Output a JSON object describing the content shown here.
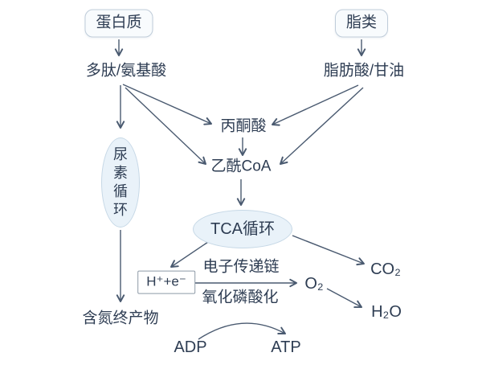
{
  "diagram": {
    "title_hint": "代谢途径示意图",
    "nodes": {
      "protein": {
        "label": "蛋白质"
      },
      "lipid": {
        "label": "脂类"
      },
      "amino": {
        "label": "多肽/氨基酸"
      },
      "fatty": {
        "label": "脂肪酸/甘油"
      },
      "pyruvate": {
        "label": "丙酮酸"
      },
      "acetyl_coa": {
        "label": "乙酰CoA"
      },
      "urea_cycle": {
        "label": "尿素循环"
      },
      "tca_cycle": {
        "label": "TCA循环"
      },
      "h_plus_e": {
        "label": "H⁺+e⁻"
      },
      "etc": {
        "label": "电子传递链"
      },
      "oxphos": {
        "label": "氧化磷酸化"
      },
      "o2": {
        "label": "O₂"
      },
      "co2": {
        "label": "CO₂"
      },
      "h2o": {
        "label": "H₂O"
      },
      "nitrogen_end": {
        "label": "含氮终产物"
      },
      "adp": {
        "label": "ADP"
      },
      "atp": {
        "label": "ATP"
      }
    },
    "edges": [
      "蛋白质→多肽/氨基酸",
      "脂类→脂肪酸/甘油",
      "多肽/氨基酸→尿素循环",
      "多肽/氨基酸→丙酮酸",
      "多肽/氨基酸→乙酰CoA",
      "脂肪酸/甘油→丙酮酸",
      "脂肪酸/甘油→乙酰CoA",
      "丙酮酸→乙酰CoA",
      "乙酰CoA→TCA循环",
      "尿素循环→含氮终产物",
      "TCA循环→H⁺+e⁻",
      "TCA循环→CO₂",
      "H⁺+e⁻→O₂",
      "O₂→H₂O",
      "ADP→ATP"
    ],
    "colors": {
      "background": "#ffffff",
      "text": "#2e3d53",
      "arrow": "#4a5a70",
      "pill_border": "#bfccd9",
      "pill_fill": "#f8fbfd",
      "ellipse_border": "#c6d8e6",
      "ellipse_fill": "#e9f2f9",
      "rect_border": "#8e9aa7"
    }
  }
}
